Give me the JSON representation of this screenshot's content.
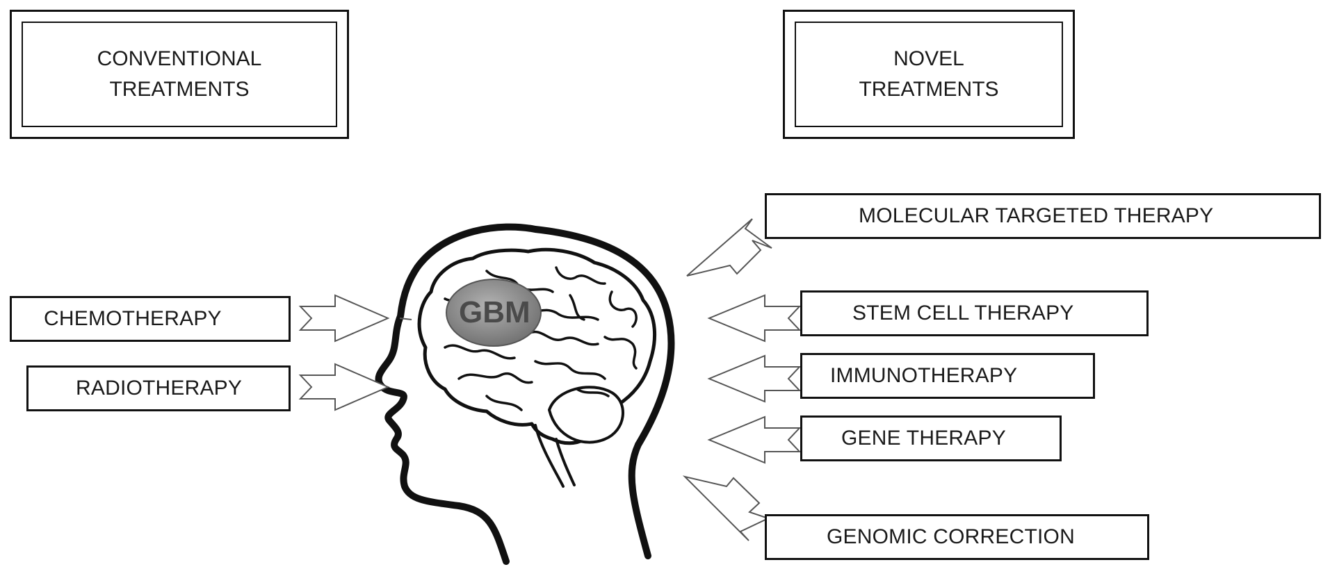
{
  "conventional": {
    "header_line1": "CONVENTIONAL",
    "header_line2": "TREATMENTS",
    "items": [
      "CHEMOTHERAPY",
      "RADIOTHERAPY"
    ]
  },
  "novel": {
    "header_line1": "NOVEL",
    "header_line2": "TREATMENTS",
    "items": [
      "MOLECULAR TARGETED THERAPY",
      "STEM CELL THERAPY",
      "IMMUNOTHERAPY",
      "GENE THERAPY",
      "GENOMIC CORRECTION"
    ]
  },
  "tumor_label": "GBM"
}
